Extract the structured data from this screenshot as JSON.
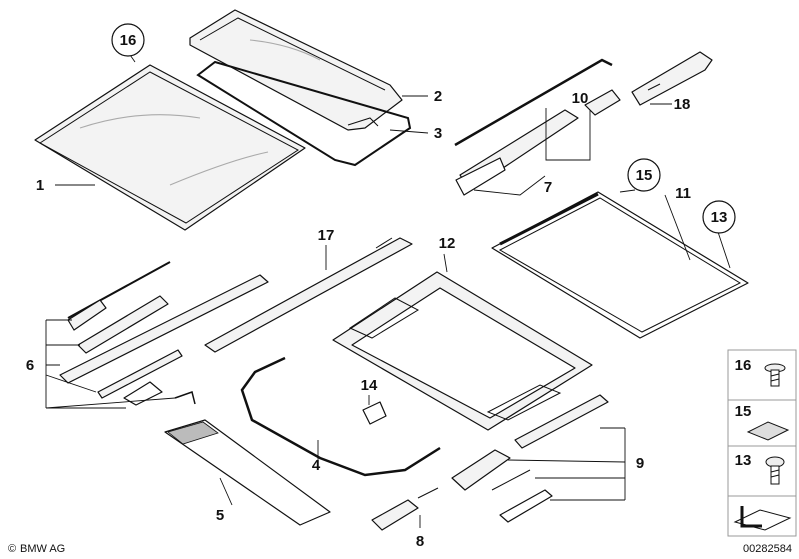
{
  "callouts": {
    "c1": "1",
    "c2": "2",
    "c3": "3",
    "c4": "4",
    "c5": "5",
    "c6": "6",
    "c7": "7",
    "c8": "8",
    "c9": "9",
    "c10": "10",
    "c11": "11",
    "c12": "12",
    "c13": "13",
    "c14": "14",
    "c15": "15",
    "c16": "16",
    "c17": "17",
    "c18": "18"
  },
  "legend": {
    "item16": "16",
    "item15": "15",
    "item13": "13"
  },
  "footer": {
    "brand": "BMW AG",
    "copyright": "©",
    "diagram_number": "00282584"
  }
}
